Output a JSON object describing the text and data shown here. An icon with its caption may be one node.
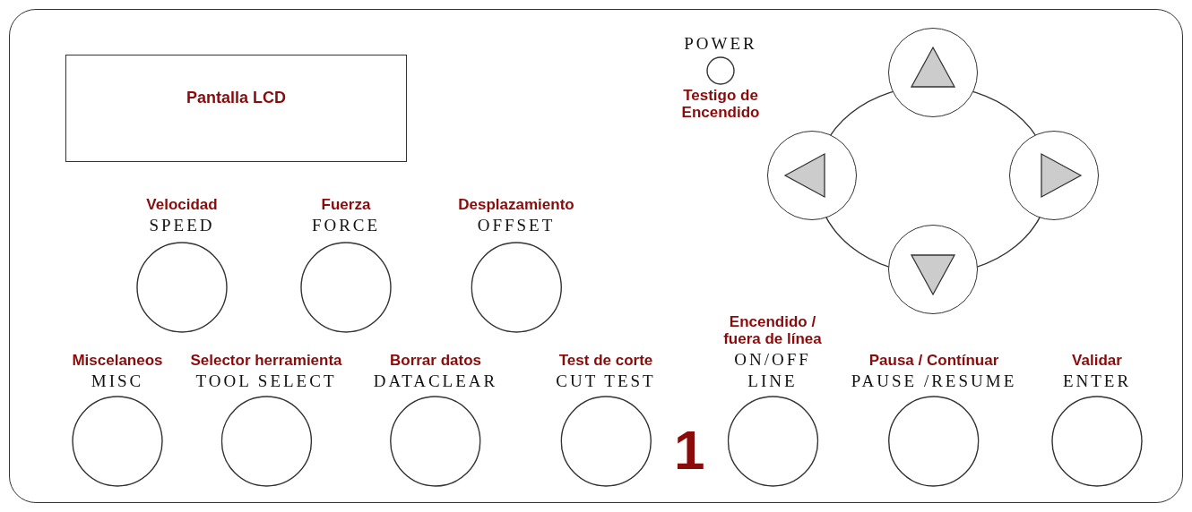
{
  "diagram": {
    "nodes": [
      {
        "text": [],
        "shape": "box"
      },
      {
        "text": [
          "Pantalla LCD"
        ],
        "in": 0
      },
      {
        "text": [
          "POWER",
          "Testigo de Encendido"
        ],
        "in": 0
      },
      {
        "text": [
          "Velocidad",
          "SPEED"
        ],
        "in": 0
      },
      {
        "text": [
          "Fuerza",
          "FORCE"
        ],
        "in": 0
      },
      {
        "text": [
          "Desplazamiento",
          "OFFSET"
        ],
        "in": 0
      },
      {
        "text": [
          "Miscelaneos",
          "MISC"
        ],
        "in": 0
      },
      {
        "text": [
          "Selector herramienta",
          "TOOL SELECT"
        ],
        "in": 0
      },
      {
        "text": [
          "Borrar datos",
          "DATACLEAR"
        ],
        "in": 0
      },
      {
        "text": [
          "Test de corte",
          "CUT TEST"
        ],
        "in": 0
      },
      {
        "text": [
          "Encendido / fuera de línea",
          "ON/OFF LINE"
        ],
        "in": 0
      },
      {
        "text": [
          "Pausa / Contínuar",
          "PAUSE /RESUME"
        ],
        "in": 0
      },
      {
        "text": [
          "Validar",
          "ENTER"
        ],
        "in": 0
      },
      {
        "text": [],
        "shape": "ellipse",
        "in": 0
      },
      {
        "text": [],
        "shape": "circle",
        "in": 0
      },
      {
        "text": [],
        "shape": "circle",
        "in": 0
      },
      {
        "text": [],
        "shape": "circle",
        "in": 0
      },
      {
        "text": [],
        "shape": "circle",
        "in": 0
      }
    ],
    "edges": [],
    "labels": [
      "1"
    ]
  }
}
